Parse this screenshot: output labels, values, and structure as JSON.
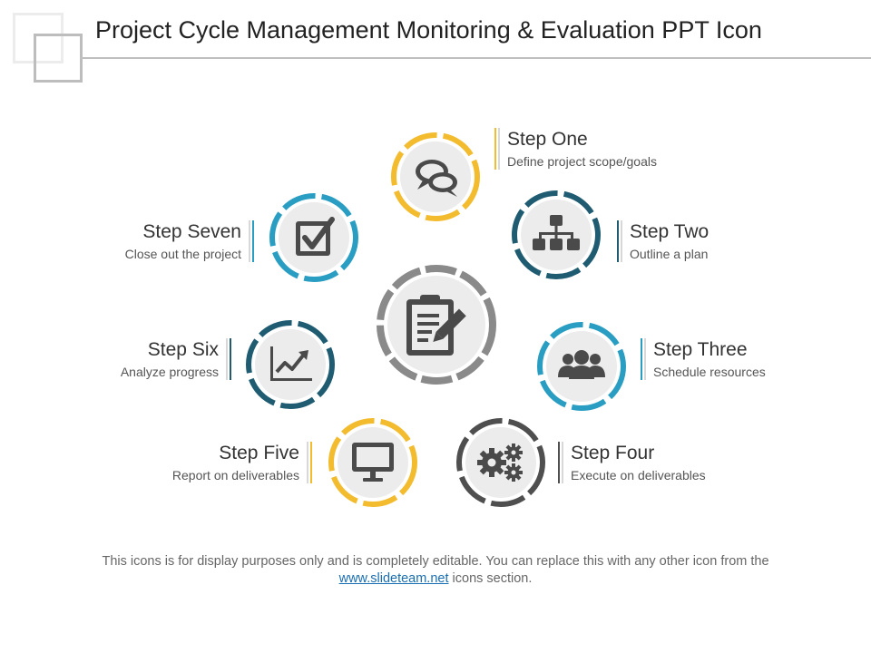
{
  "title": "Project Cycle Management Monitoring & Evaluation PPT Icon",
  "colors": {
    "yellow": "#f3bb2e",
    "dark_teal": "#1f5c72",
    "light_blue": "#2a9ec2",
    "dark_gray": "#4f4f4f",
    "center_gray": "#8a8a8a",
    "inner_fill": "#ececec",
    "icon": "#4a4a4a"
  },
  "center": {
    "icon": "clipboard-edit-icon"
  },
  "steps": [
    {
      "title": "Step One",
      "desc": "Define project scope/goals",
      "icon": "chat-bubbles-icon",
      "color": "yellow"
    },
    {
      "title": "Step Two",
      "desc": "Outline a plan",
      "icon": "org-chart-icon",
      "color": "dark_teal"
    },
    {
      "title": "Step Three",
      "desc": "Schedule resources",
      "icon": "people-group-icon",
      "color": "light_blue"
    },
    {
      "title": "Step Four",
      "desc": "Execute on deliverables",
      "icon": "gears-icon",
      "color": "dark_gray"
    },
    {
      "title": "Step Five",
      "desc": "Report on deliverables",
      "icon": "monitor-icon",
      "color": "yellow"
    },
    {
      "title": "Step Six",
      "desc": "Analyze progress",
      "icon": "line-chart-icon",
      "color": "dark_teal"
    },
    {
      "title": "Step Seven",
      "desc": "Close out the project",
      "icon": "checkbox-icon",
      "color": "light_blue"
    }
  ],
  "footer": {
    "text_before": "This icons is for display purposes only and is completely editable. You can replace this with any other icon from the",
    "link": "www.slideteam.net",
    "text_after": "icons section."
  }
}
